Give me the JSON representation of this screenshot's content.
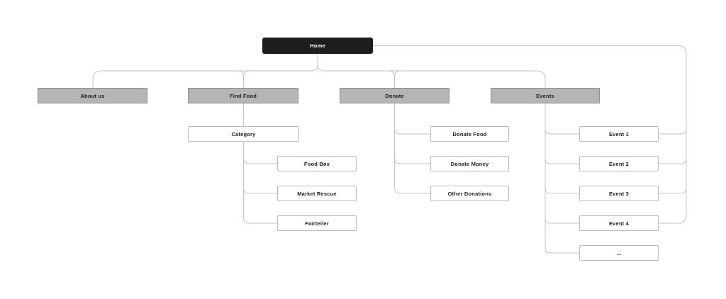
{
  "diagram": {
    "type": "sitemap-flowchart",
    "nodes": {
      "home": {
        "label": "Home"
      },
      "about_us": {
        "label": "About us"
      },
      "find_food": {
        "label": "Find Food"
      },
      "donate": {
        "label": "Donate"
      },
      "events": {
        "label": "Events"
      },
      "category": {
        "label": "Category"
      },
      "food_box": {
        "label": "Food Box"
      },
      "market_rescue": {
        "label": "Market Rescue"
      },
      "fairteiler": {
        "label": "Fairteiler"
      },
      "donate_food": {
        "label": "Donate Food"
      },
      "donate_money": {
        "label": "Donate Money"
      },
      "other_donations": {
        "label": "Other Donations"
      },
      "event_1": {
        "label": "Event 1"
      },
      "event_2": {
        "label": "Event 2"
      },
      "event_3": {
        "label": "Event 3"
      },
      "event_4": {
        "label": "Event 4"
      },
      "more_events": {
        "label": "..."
      }
    },
    "hierarchy": {
      "Home": {
        "About us": [],
        "Find Food": {
          "Category": [
            "Food Box",
            "Market Rescue",
            "Fairteiler"
          ]
        },
        "Donate": [
          "Donate Food",
          "Donate Money",
          "Other Donations"
        ],
        "Events": [
          "Event 1",
          "Event 2",
          "Event 3",
          "Event 4",
          "..."
        ]
      },
      "secondary_links": [
        [
          "Home",
          "Event 1"
        ],
        [
          "Home",
          "Event 2"
        ],
        [
          "Home",
          "Event 3"
        ],
        [
          "Home",
          "Event 4"
        ]
      ]
    },
    "colors": {
      "root_fill": "#1d1d1d",
      "root_text": "#ffffff",
      "section_fill": "#b5b5b5",
      "section_border": "#8a8a8a",
      "leaf_fill": "#ffffff",
      "leaf_border": "#bababa",
      "label_text": "#1e1e1e",
      "connector": "#c3c3c3",
      "background": "#ffffff"
    }
  }
}
